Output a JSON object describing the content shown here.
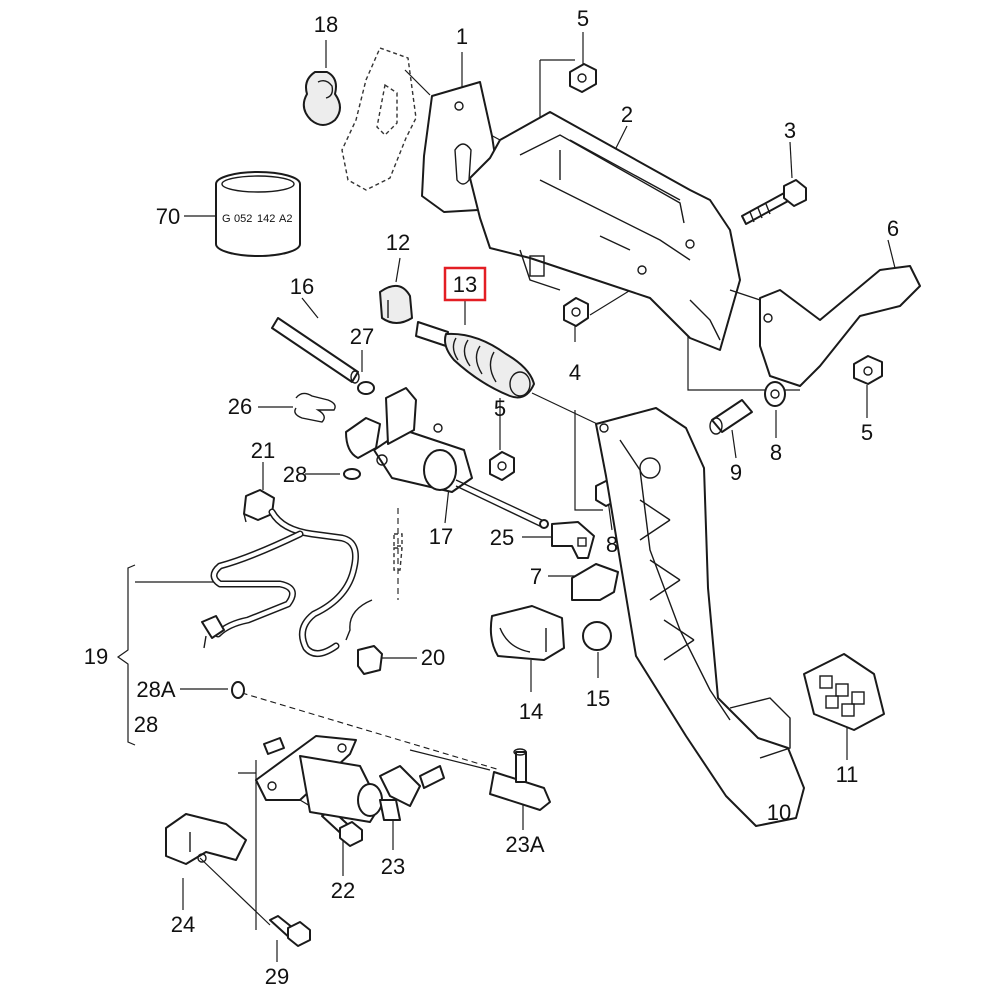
{
  "colors": {
    "line": "#1a1a1a",
    "background": "#ffffff",
    "highlight_box": "#e31e24"
  },
  "highlighted_label": "13",
  "part_stamp": {
    "part_70": [
      "G",
      "052",
      "142",
      "A2"
    ]
  },
  "labels": {
    "l1": "1",
    "l2": "2",
    "l3": "3",
    "l4": "4",
    "l5a": "5",
    "l5b": "5",
    "l5c": "5",
    "l6": "6",
    "l7": "7",
    "l8a": "8",
    "l8b": "8",
    "l9": "9",
    "l10": "10",
    "l11": "11",
    "l12": "12",
    "l13": "13",
    "l14": "14",
    "l15": "15",
    "l16": "16",
    "l17": "17",
    "l18": "18",
    "l19": "19",
    "l20": "20",
    "l21": "21",
    "l22": "22",
    "l23": "23",
    "l23a": "23A",
    "l24": "24",
    "l25": "25",
    "l26": "26",
    "l27": "27",
    "l28a": "28",
    "l28b": "28",
    "l28c": "28A",
    "l29": "29",
    "l70": "70"
  }
}
